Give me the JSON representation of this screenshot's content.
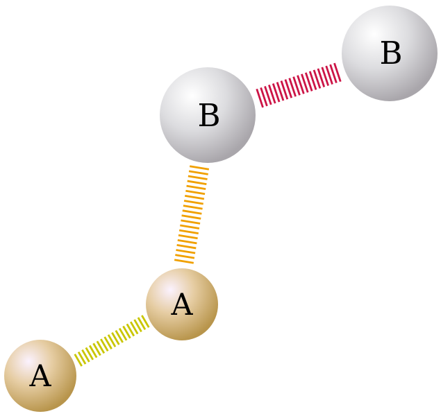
{
  "atoms": [
    {
      "id": "a1",
      "label": "A",
      "element": "A"
    },
    {
      "id": "a2",
      "label": "A",
      "element": "A"
    },
    {
      "id": "b1",
      "label": "B",
      "element": "B"
    },
    {
      "id": "b2",
      "label": "B",
      "element": "B"
    }
  ],
  "bonds": [
    {
      "id": "bond-a1-a2",
      "from": "a1",
      "to": "a2",
      "type": "A-A",
      "color": "#c9c600"
    },
    {
      "id": "bond-a2-b1",
      "from": "a2",
      "to": "b1",
      "type": "A-B",
      "color": "#f0a000"
    },
    {
      "id": "bond-b1-b2",
      "from": "b1",
      "to": "b2",
      "type": "B-B",
      "color": "#cc1446"
    }
  ],
  "colors": {
    "atom_A_highlight": "#fbf2ff",
    "atom_A_mid": "#e6cda3",
    "atom_A_edge": "#b8954c",
    "atom_B_highlight": "#ffffff",
    "atom_B_mid": "#dcdcdf",
    "atom_B_edge": "#a9a6ab"
  }
}
